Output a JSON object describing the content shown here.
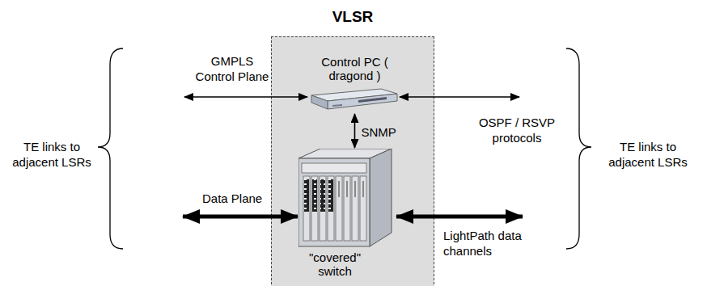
{
  "diagram": {
    "nodes": [
      {
        "text": [
          "VLSR"
        ]
      },
      {
        "text": [
          "Control PC ( dragond )"
        ],
        "in": 0
      },
      {
        "text": [
          "\"covered\" switch"
        ],
        "in": 0
      }
    ],
    "edges": [
      {
        "from": 1,
        "to": 2,
        "arrow": "both",
        "label": "SNMP"
      }
    ],
    "labels": [
      "TE links to adjacent LSRs",
      "GMPLS Control Plane",
      "OSPF / RSVP protocols",
      "Data Plane",
      "LightPath data channels",
      "TE links to adjacent LSRs"
    ]
  }
}
